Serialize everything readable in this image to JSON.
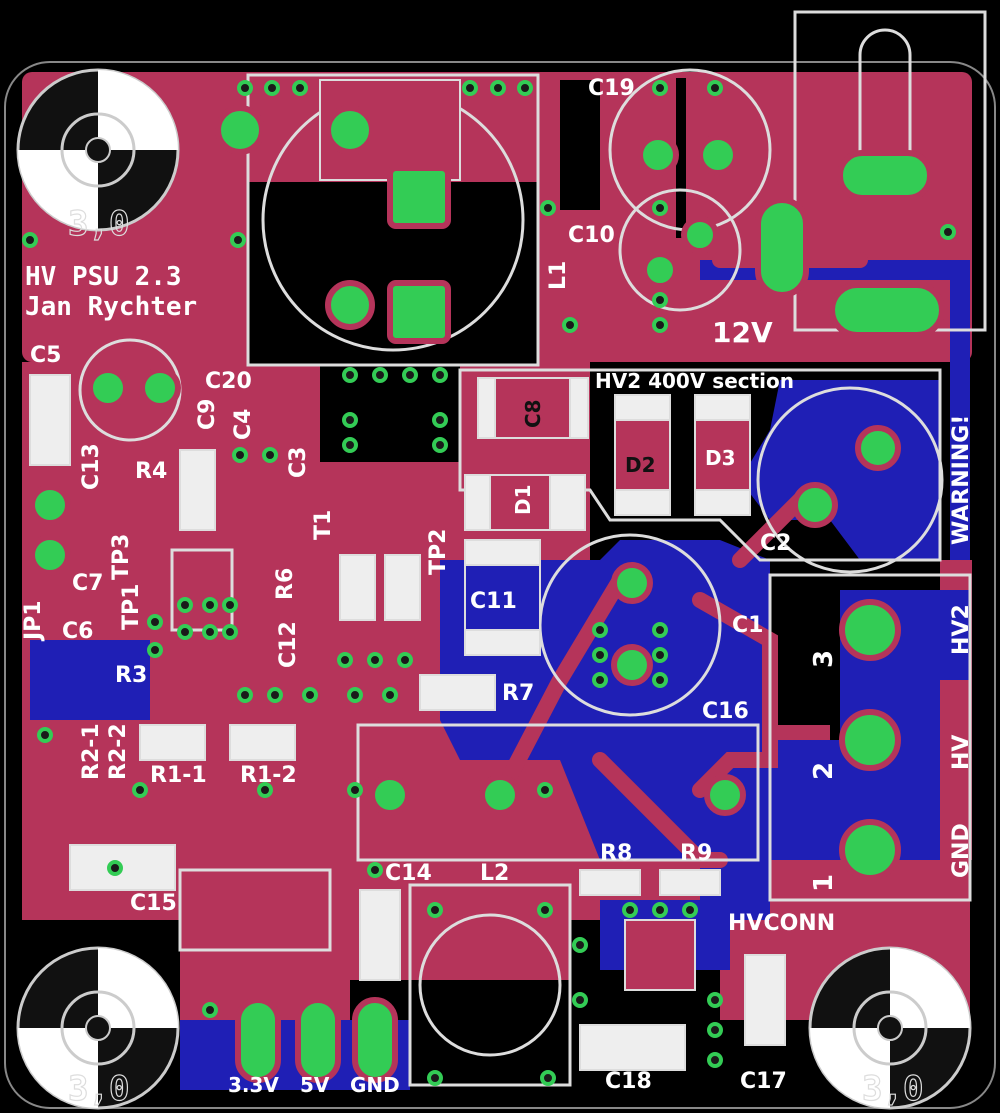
{
  "board": {
    "title": "HV PSU 2.3",
    "author": "Jan Rychter",
    "section_label": "HV2 400V section",
    "warning_label": "WARNING!",
    "input_label": "12V",
    "hole_label": "3,0",
    "colors": {
      "background": "#000000",
      "top_copper": "#b5345a",
      "bottom_copper": "#1f1fb5",
      "pad": "#33cc55",
      "silkscreen": "#ffffff",
      "outline": "#dddddd"
    }
  },
  "components": {
    "c19": "C19",
    "c10": "C10",
    "l1": "L1",
    "c5": "C5",
    "c20": "C20",
    "c9": "C9",
    "c4": "C4",
    "c13": "C13",
    "r4": "R4",
    "c3": "C3",
    "tp3": "TP3",
    "tp1": "TP1",
    "jp1": "JP1",
    "c7": "C7",
    "c6": "C6",
    "r3": "R3",
    "r6": "R6",
    "t1": "T1",
    "c12": "C12",
    "tp2": "TP2",
    "c8": "C8",
    "d1": "D1",
    "d2": "D2",
    "d3": "D3",
    "c2": "C2",
    "c11": "C11",
    "c1": "C1",
    "r7": "R7",
    "c16": "C16",
    "r2_1": "R2-1",
    "r2_2": "R2-2",
    "r1_1": "R1-1",
    "r1_2": "R1-2",
    "c15": "C15",
    "c14": "C14",
    "l2": "L2",
    "r8": "R8",
    "r9": "R9",
    "hvconn": "HVCONN",
    "c18": "C18",
    "c17": "C17"
  },
  "connector_labels": {
    "hv2": "HV2",
    "hv": "HV",
    "gnd": "GND",
    "pin3": "3",
    "pin2": "2",
    "pin1": "1"
  },
  "pin_labels": {
    "v33": "3.3V",
    "v5": "5V",
    "gnd": "GND"
  }
}
